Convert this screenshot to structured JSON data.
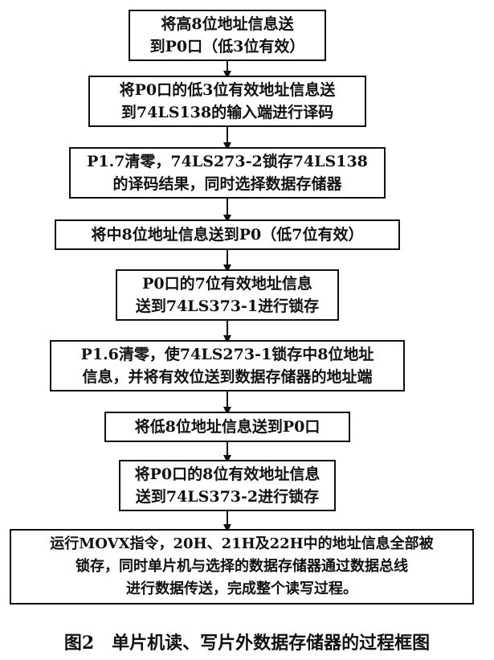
{
  "steps": [
    {
      "lines": [
        "将高8位地址信息送",
        "到P0口（低3位有效）"
      ]
    },
    {
      "lines": [
        "将P0口的低3位有效地址信息送",
        "到74LS138的输入端进行译码"
      ]
    },
    {
      "lines": [
        "P1.7清零，74LS273-2锁存74LS138",
        "的译码结果，同时选择数据存储器"
      ]
    },
    {
      "lines": [
        "将中8位地址信息送到P0（低7位有效）"
      ]
    },
    {
      "lines": [
        "P0口的7位有效地址信息",
        "送到74LS373-1进行锁存"
      ]
    },
    {
      "lines": [
        "P1.6清零，使74LS273-1锁存中8位地址",
        "信息，并将有效位送到数据存储器的地址端"
      ]
    },
    {
      "lines": [
        "将低8位地址信息送到P0口"
      ]
    },
    {
      "lines": [
        "将P0口的8位有效地址信息",
        "送到74LS373-2进行锁存"
      ]
    },
    {
      "lines": [
        "运行MOVX指令，20H、21H及22H中的地址信息全部被",
        "锁存，同时单片机与选择的数据存储器通过数据总线",
        "进行数据传送，完成整个读写过程。"
      ]
    }
  ],
  "caption": "图2　单片机读、写片外数据存储器的过程框图"
}
